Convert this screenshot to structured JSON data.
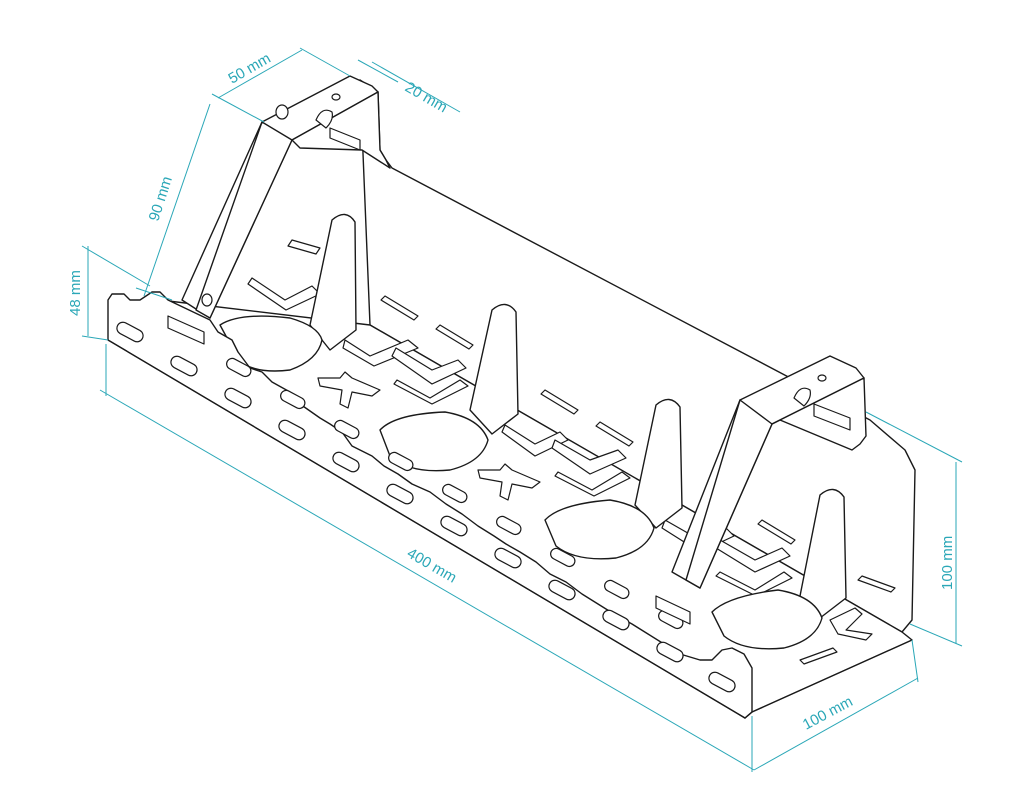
{
  "colors": {
    "dimension": "#2aa7b7",
    "outline": "#1a1a1a",
    "background": "#ffffff"
  },
  "dimensions": {
    "d50": "50 mm",
    "d20": "20 mm",
    "d90": "90 mm",
    "d48": "48 mm",
    "d400": "400 mm",
    "d100_height": "100 mm",
    "d100_width": "100 mm"
  }
}
